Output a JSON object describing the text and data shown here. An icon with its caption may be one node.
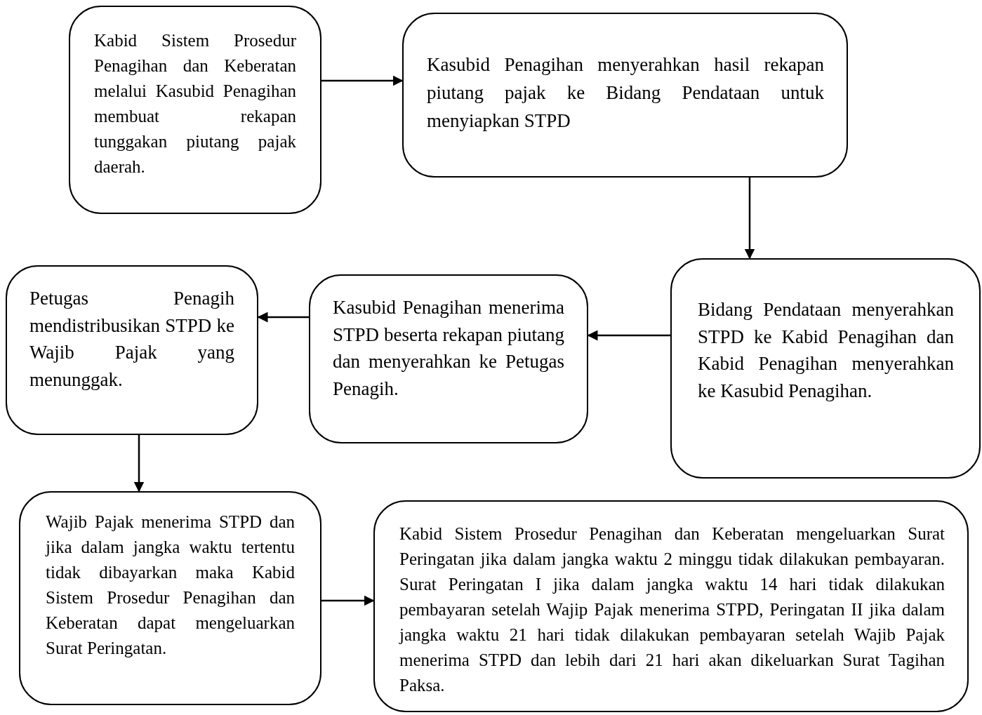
{
  "diagram": {
    "nodes": [
      {
        "text": [
          "Kabid Sistem Prosedur Penagihan dan Keberatan melalui Kasubid Penagihan membuat rekapan tunggakan piutang pajak daerah."
        ]
      },
      {
        "text": [
          "Kasubid Penagihan menyerahkan hasil rekapan piutang pajak ke Bidang Pendataan untuk menyiapkan STPD"
        ]
      },
      {
        "text": [
          "Bidang Pendataan menyerahkan STPD ke Kabid Penagihan dan Kabid Penagihan menyerahkan ke Kasubid Penagihan."
        ]
      },
      {
        "text": [
          "Kasubid Penagihan menerima STPD beserta rekapan piutang dan menyerahkan ke Petugas Penagih."
        ]
      },
      {
        "text": [
          "Petugas Penagih mendistribusikan STPD ke Wajib Pajak yang menunggak."
        ]
      },
      {
        "text": [
          "Wajib Pajak menerima STPD dan jika dalam jangka waktu tertentu tidak dibayarkan maka Kabid Sistem Prosedur Penagihan dan Keberatan dapat mengeluarkan Surat Peringatan."
        ]
      },
      {
        "text": [
          "Kabid Sistem Prosedur Penagihan dan Keberatan mengeluarkan Surat Peringatan jika dalam jangka waktu 2 minggu tidak dilakukan pembayaran. Surat Peringatan I jika dalam jangka waktu 14 hari tidak dilakukan pembayaran setelah Wajip Pajak menerima STPD, Peringatan II jika dalam jangka waktu 21 hari tidak dilakukan pembayaran setelah Wajib Pajak menerima STPD dan lebih dari 21 hari akan dikeluarkan Surat Tagihan Paksa."
        ]
      }
    ],
    "edges": [
      {
        "from": 0,
        "to": 1,
        "arrow": "to"
      },
      {
        "from": 1,
        "to": 2,
        "arrow": "to"
      },
      {
        "from": 2,
        "to": 3,
        "arrow": "to"
      },
      {
        "from": 3,
        "to": 4,
        "arrow": "to"
      },
      {
        "from": 4,
        "to": 5,
        "arrow": "to"
      },
      {
        "from": 5,
        "to": 6,
        "arrow": "to"
      }
    ]
  }
}
